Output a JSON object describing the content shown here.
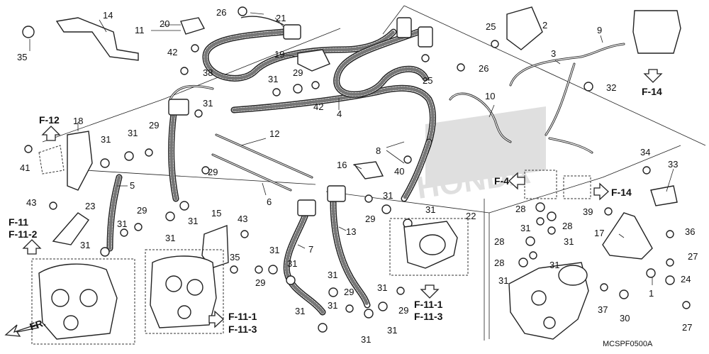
{
  "callouts": [
    {
      "id": "c1",
      "text": "1"
    },
    {
      "id": "c2",
      "text": "2"
    },
    {
      "id": "c3",
      "text": "3"
    },
    {
      "id": "c4",
      "text": "4"
    },
    {
      "id": "c5",
      "text": "5"
    },
    {
      "id": "c6",
      "text": "6"
    },
    {
      "id": "c7",
      "text": "7"
    },
    {
      "id": "c8",
      "text": "8"
    },
    {
      "id": "c9",
      "text": "9"
    },
    {
      "id": "c10",
      "text": "10"
    },
    {
      "id": "c11",
      "text": "11"
    },
    {
      "id": "c12",
      "text": "12"
    },
    {
      "id": "c13",
      "text": "13"
    },
    {
      "id": "c14",
      "text": "14"
    },
    {
      "id": "c15",
      "text": "15"
    },
    {
      "id": "c16",
      "text": "16"
    },
    {
      "id": "c17",
      "text": "17"
    },
    {
      "id": "c18",
      "text": "18"
    },
    {
      "id": "c19",
      "text": "19"
    },
    {
      "id": "c20",
      "text": "20"
    },
    {
      "id": "c21",
      "text": "21"
    },
    {
      "id": "c22",
      "text": "22"
    },
    {
      "id": "c23",
      "text": "23"
    },
    {
      "id": "c24",
      "text": "24"
    },
    {
      "id": "c25a",
      "text": "25"
    },
    {
      "id": "c25b",
      "text": "25"
    },
    {
      "id": "c26a",
      "text": "26"
    },
    {
      "id": "c26b",
      "text": "26"
    },
    {
      "id": "c27a",
      "text": "27"
    },
    {
      "id": "c27b",
      "text": "27"
    },
    {
      "id": "c28a",
      "text": "28"
    },
    {
      "id": "c28b",
      "text": "28"
    },
    {
      "id": "c28c",
      "text": "28"
    },
    {
      "id": "c28d",
      "text": "28"
    },
    {
      "id": "c29a",
      "text": "29"
    },
    {
      "id": "c29b",
      "text": "29"
    },
    {
      "id": "c29c",
      "text": "29"
    },
    {
      "id": "c29d",
      "text": "29"
    },
    {
      "id": "c29e",
      "text": "29"
    },
    {
      "id": "c29f",
      "text": "29"
    },
    {
      "id": "c29g",
      "text": "29"
    },
    {
      "id": "c29h",
      "text": "29"
    },
    {
      "id": "c30",
      "text": "30"
    },
    {
      "id": "c31a",
      "text": "31"
    },
    {
      "id": "c31b",
      "text": "31"
    },
    {
      "id": "c31c",
      "text": "31"
    },
    {
      "id": "c31d",
      "text": "31"
    },
    {
      "id": "c31e",
      "text": "31"
    },
    {
      "id": "c31f",
      "text": "31"
    },
    {
      "id": "c31g",
      "text": "31"
    },
    {
      "id": "c31h",
      "text": "31"
    },
    {
      "id": "c31i",
      "text": "31"
    },
    {
      "id": "c31j",
      "text": "31"
    },
    {
      "id": "c31k",
      "text": "31"
    },
    {
      "id": "c31l",
      "text": "31"
    },
    {
      "id": "c31m",
      "text": "31"
    },
    {
      "id": "c31n",
      "text": "31"
    },
    {
      "id": "c31o",
      "text": "31"
    },
    {
      "id": "c31p",
      "text": "31"
    },
    {
      "id": "c31q",
      "text": "31"
    },
    {
      "id": "c31r",
      "text": "31"
    },
    {
      "id": "c31s",
      "text": "31"
    },
    {
      "id": "c31t",
      "text": "31"
    },
    {
      "id": "c31u",
      "text": "31"
    },
    {
      "id": "c31v",
      "text": "31"
    },
    {
      "id": "c32",
      "text": "32"
    },
    {
      "id": "c33",
      "text": "33"
    },
    {
      "id": "c34",
      "text": "34"
    },
    {
      "id": "c35a",
      "text": "35"
    },
    {
      "id": "c35b",
      "text": "35"
    },
    {
      "id": "c36",
      "text": "36"
    },
    {
      "id": "c37",
      "text": "37"
    },
    {
      "id": "c38",
      "text": "38"
    },
    {
      "id": "c39",
      "text": "39"
    },
    {
      "id": "c40",
      "text": "40"
    },
    {
      "id": "c41",
      "text": "41"
    },
    {
      "id": "c42a",
      "text": "42"
    },
    {
      "id": "c42b",
      "text": "42"
    },
    {
      "id": "c43a",
      "text": "43"
    },
    {
      "id": "c43b",
      "text": "43"
    }
  ],
  "refs": {
    "f12": "F-12",
    "f14a": "F-14",
    "f14b": "F-14",
    "f4": "F-4",
    "f11a": "F-11",
    "f112a": "F-11-2",
    "f111a": "F-11-1",
    "f113a": "F-11-3",
    "f111b": "F-11-1",
    "f113b": "F-11-3"
  },
  "front_label": "FR.",
  "diagram_code": "MCSPF0500A",
  "watermark": "HONDA"
}
